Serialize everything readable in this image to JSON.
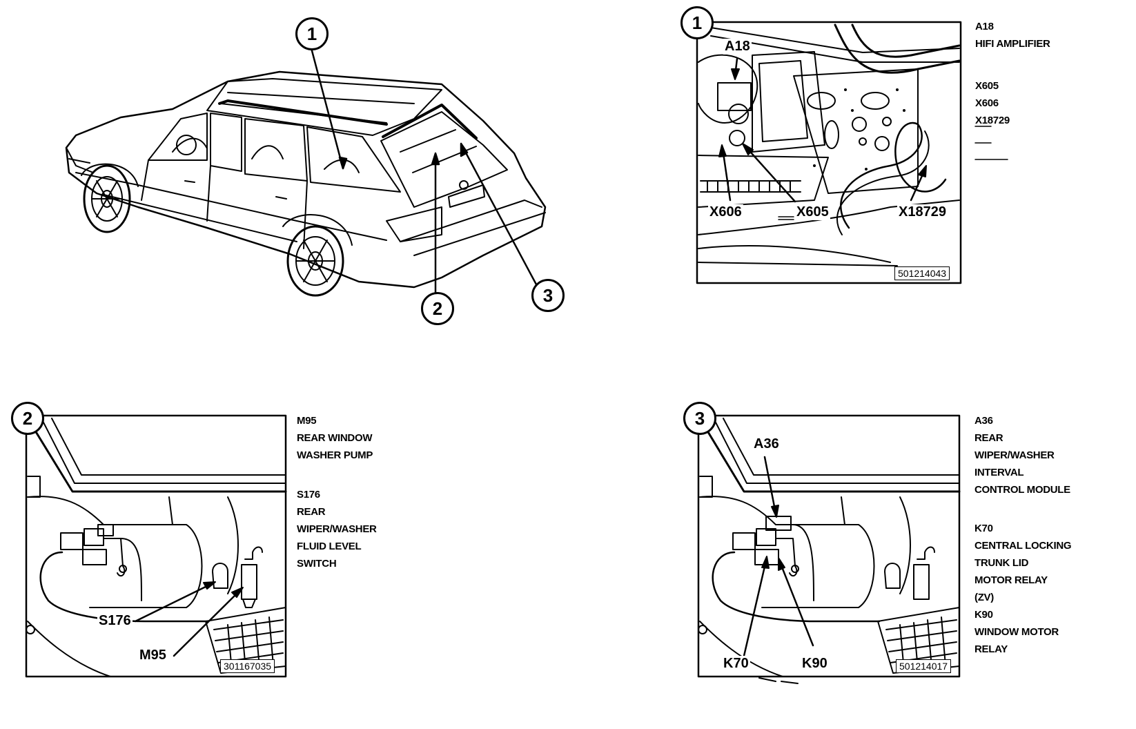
{
  "overview": {
    "callout_1": "1",
    "callout_2": "2",
    "callout_3": "3"
  },
  "panel_1": {
    "badge": "1",
    "image_code": "501214043",
    "callouts": {
      "a18": "A18",
      "x606": "X606",
      "x605": "X605",
      "x18729": "X18729"
    },
    "legend": {
      "a18_code": "A18",
      "a18_desc": "HIFI AMPLIFIER",
      "x605": "X605",
      "x606": "X606",
      "x18729": "X18729"
    }
  },
  "panel_2": {
    "badge": "2",
    "image_code": "301167035",
    "callouts": {
      "s176": "S176",
      "m95": "M95"
    },
    "legend": {
      "m95_code": "M95",
      "m95_line1": "REAR WINDOW",
      "m95_line2": "WASHER PUMP",
      "s176_code": "S176",
      "s176_line1": "REAR",
      "s176_line2": "WIPER/WASHER",
      "s176_line3": "FLUID LEVEL",
      "s176_line4": "SWITCH"
    }
  },
  "panel_3": {
    "badge": "3",
    "image_code": "501214017",
    "callouts": {
      "a36": "A36",
      "k70": "K70",
      "k90": "K90"
    },
    "legend": {
      "a36_code": "A36",
      "a36_line1": "REAR",
      "a36_line2": "WIPER/WASHER",
      "a36_line3": "INTERVAL",
      "a36_line4": "CONTROL MODULE",
      "k70_code": "K70",
      "k70_line1": "CENTRAL LOCKING",
      "k70_line2": "TRUNK LID",
      "k70_line3": "MOTOR RELAY",
      "k70_line4": "(ZV)",
      "k90_code": "K90",
      "k90_line1": "WINDOW MOTOR",
      "k90_line2": "RELAY"
    }
  }
}
